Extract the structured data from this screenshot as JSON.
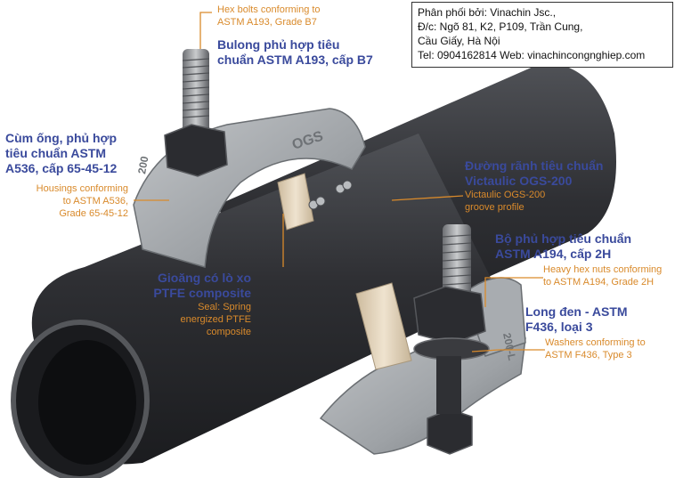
{
  "info_box": {
    "line1": "Phân phối bởi: Vinachin Jsc.,",
    "line2": "Đ/c: Ngõ 81, K2, P109, Trần Cung,",
    "line3": "Cầu Giấy, Hà Nội",
    "line4": "Tel: 0904162814   Web: vinachincongnghiep.com"
  },
  "labels": {
    "hex_bolts_en": "Hex bolts conforming to\nASTM A193, Grade B7",
    "hex_bolts_vi": "Bulong phủ hợp tiêu\nchuẩn ASTM A193, cấp B7",
    "housings_vi": "Cùm ống, phủ hợp\ntiêu chuẩn ASTM\nA536, cấp 65-45-12",
    "housings_en": "Housings conforming\nto ASTM A536,\nGrade 65-45-12",
    "groove_vi": "Đường rãnh tiêu chuẩn\nVictaulic OGS-200",
    "groove_en": "Victaulic OGS-200\ngroove profile",
    "nuts_vi": "Bộ phủ hợp tiêu chuẩn\nASTM A194, cấp 2H",
    "nuts_en": "Heavy hex nuts conforming\nto ASTM A194, Grade 2H",
    "seal_vi": "Gioăng có lò xo\nPTFE composite",
    "seal_en": "Seal: Spring\nenergized PTFE\ncomposite",
    "washers_vi": "Long đen - ASTM\nF436, loại 3",
    "washers_en": "Washers conforming to\nASTM F436, Type 3",
    "housing_mark_top": "OGS",
    "housing_mark_side": "200",
    "housing_mark_bottom": "200-L"
  },
  "colors": {
    "orange": "#d98a2b",
    "blue": "#3a4a9c",
    "pipe": "#2e2f33",
    "housing": "#9ea2a6",
    "seal": "#e2d2b8"
  }
}
